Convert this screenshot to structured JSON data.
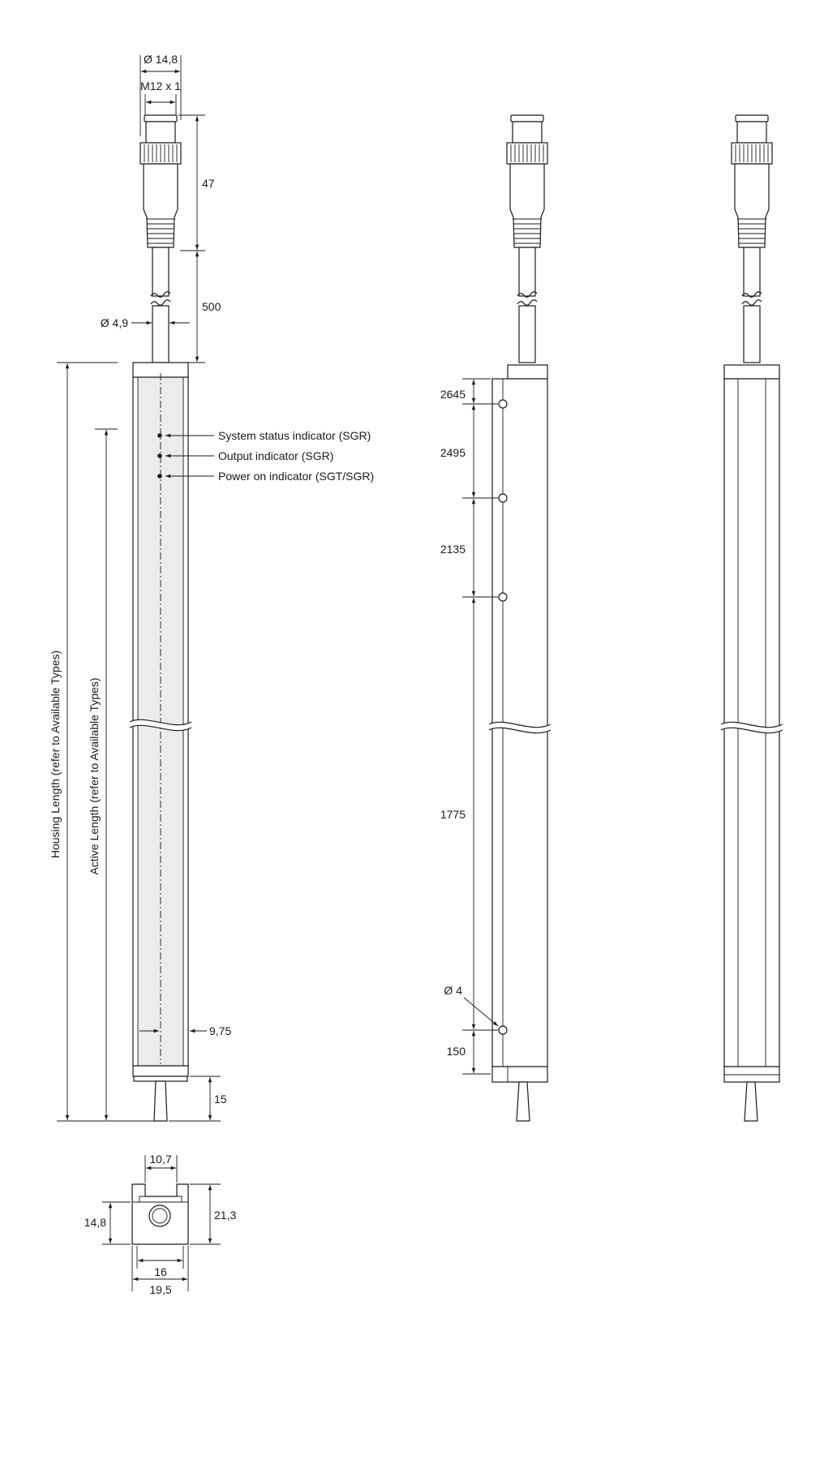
{
  "dimensions": {
    "connector_diameter": "Ø 14,8",
    "thread": "M12 x 1",
    "connector_length": "47",
    "cable_length": "500",
    "cable_diameter": "Ø 4,9",
    "housing_length_label": "Housing Length (refer to Available Types)",
    "active_length_label": "Active Length (refer to Available Types)",
    "lens_offset": "9,75",
    "end_cap": "15",
    "spacing_top": "2645",
    "spacing_2": "2495",
    "spacing_3": "2135",
    "spacing_4": "1775",
    "hole_diameter": "Ø 4",
    "spacing_bottom": "150"
  },
  "indicators": [
    {
      "label": "System status indicator (SGR)"
    },
    {
      "label": "Output indicator (SGR)"
    },
    {
      "label": "Power on indicator (SGT/SGR)"
    }
  ],
  "cross_section": {
    "slot_width": "10,7",
    "center_height": "14,8",
    "total_height": "21,3",
    "inner_width": "16",
    "total_width": "19,5"
  },
  "colors": {
    "line": "#1a1a1a",
    "window_fill": "#ececee"
  }
}
